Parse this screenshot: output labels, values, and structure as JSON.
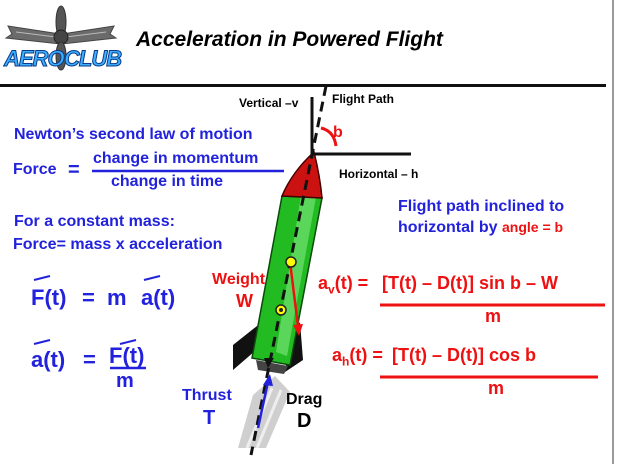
{
  "header": {
    "title": "Acceleration  in  Powered  Flight",
    "logo_line1": "AERO",
    "logo_line2": "CLUB"
  },
  "labels": {
    "vertical": "Vertical –v",
    "flight_path": "Flight Path",
    "horizontal": "Horizontal – h",
    "angle_b": "b",
    "weight": "Weight",
    "weight_sym": "W",
    "thrust": "Thrust",
    "thrust_sym": "T",
    "drag": "Drag",
    "drag_sym": "D"
  },
  "newton": {
    "heading": "Newton’s second law of motion",
    "force_label": "Force",
    "eq": "=",
    "numerator": "change in momentum",
    "denominator": "change in time",
    "const_mass": "For a constant mass:",
    "force_eq": "Force= mass x acceleration"
  },
  "formulas": {
    "f_lhs": "F(t)",
    "f_eq": "=",
    "f_rhs_m": "m",
    "f_rhs_a": "a(t)",
    "a_lhs": "a(t)",
    "a_eq": "=",
    "a_num": "F(t)",
    "a_den": "m"
  },
  "inclined": {
    "line1": "Flight path  inclined to",
    "line2_prefix": "horizontal by ",
    "line2_angle": "angle = b"
  },
  "av": {
    "lhs_a": "a",
    "lhs_sub": "v",
    "lhs_rest": "(t) =",
    "numerator": "[T(t) – D(t)] sin b – W",
    "denominator": "m"
  },
  "ah": {
    "lhs_a": "a",
    "lhs_sub": "h",
    "lhs_rest": "(t) =",
    "numerator": "[T(t) – D(t)] cos b",
    "denominator": "m"
  },
  "colors": {
    "blue": "#2222dd",
    "red": "#ee1111",
    "rocket_green": "#22bb22",
    "nose_red": "#cc1111",
    "fin_black": "#111111"
  },
  "icons": {
    "logo": "propeller-wings-logo"
  }
}
